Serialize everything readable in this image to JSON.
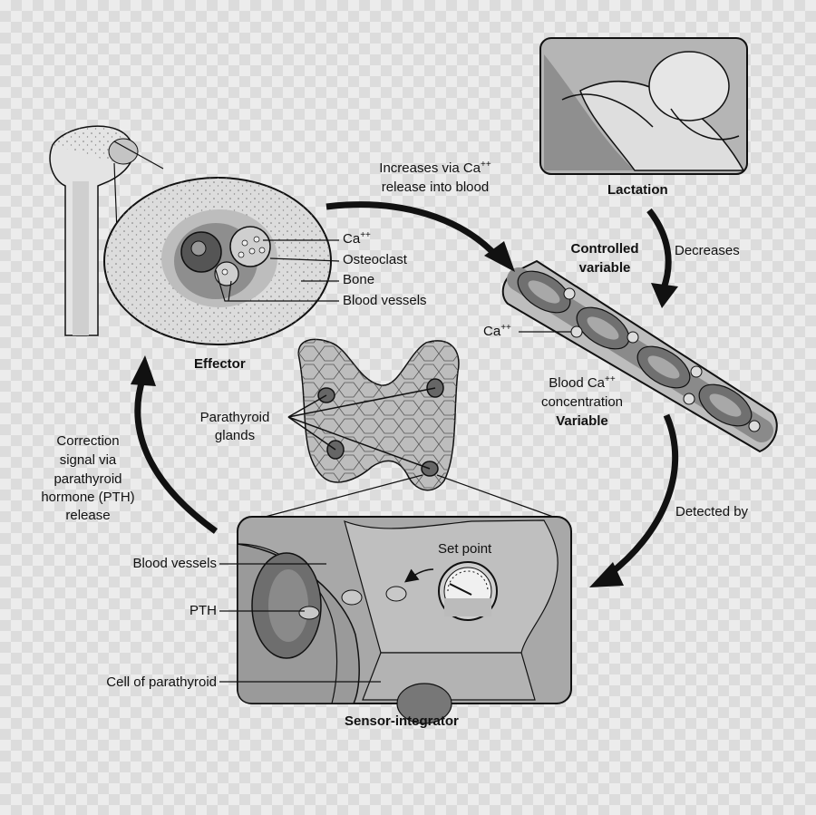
{
  "labels": {
    "lactation": "Lactation",
    "decreases": "Decreases",
    "controlled_variable_1": "Controlled",
    "controlled_variable_2": "variable",
    "increases_1": "Increases via Ca",
    "increases_1_sup": "++",
    "increases_2": "release into blood",
    "ca_bone": "Ca",
    "ca_bone_sup": "++",
    "osteoclast": "Osteoclast",
    "bone": "Bone",
    "blood_vessels_bone": "Blood vessels",
    "effector": "Effector",
    "ca_vessel": "Ca",
    "ca_vessel_sup": "++",
    "blood_ca_1": "Blood Ca",
    "blood_ca_1_sup": "++",
    "blood_ca_2": "concentration",
    "blood_ca_3": "Variable",
    "detected_by": "Detected by",
    "parathyroid_1": "Parathyroid",
    "parathyroid_2": "glands",
    "correction_1": "Correction",
    "correction_2": "signal via",
    "correction_3": "parathyroid",
    "correction_4": "hormone (PTH)",
    "correction_5": "release",
    "set_point": "Set point",
    "blood_vessels_pt": "Blood vessels",
    "pth": "PTH",
    "cell_of_parathyroid": "Cell of parathyroid",
    "sensor_integrator": "Sensor-integrator"
  },
  "colors": {
    "ink": "#111111",
    "panel_fill": "#9a9a9a",
    "bone_fill": "#d6d6d6",
    "dark_tissue": "#6e6e6e",
    "rbc_fill": "#8a8a8a",
    "vessel_fill": "#bdbdbd"
  }
}
